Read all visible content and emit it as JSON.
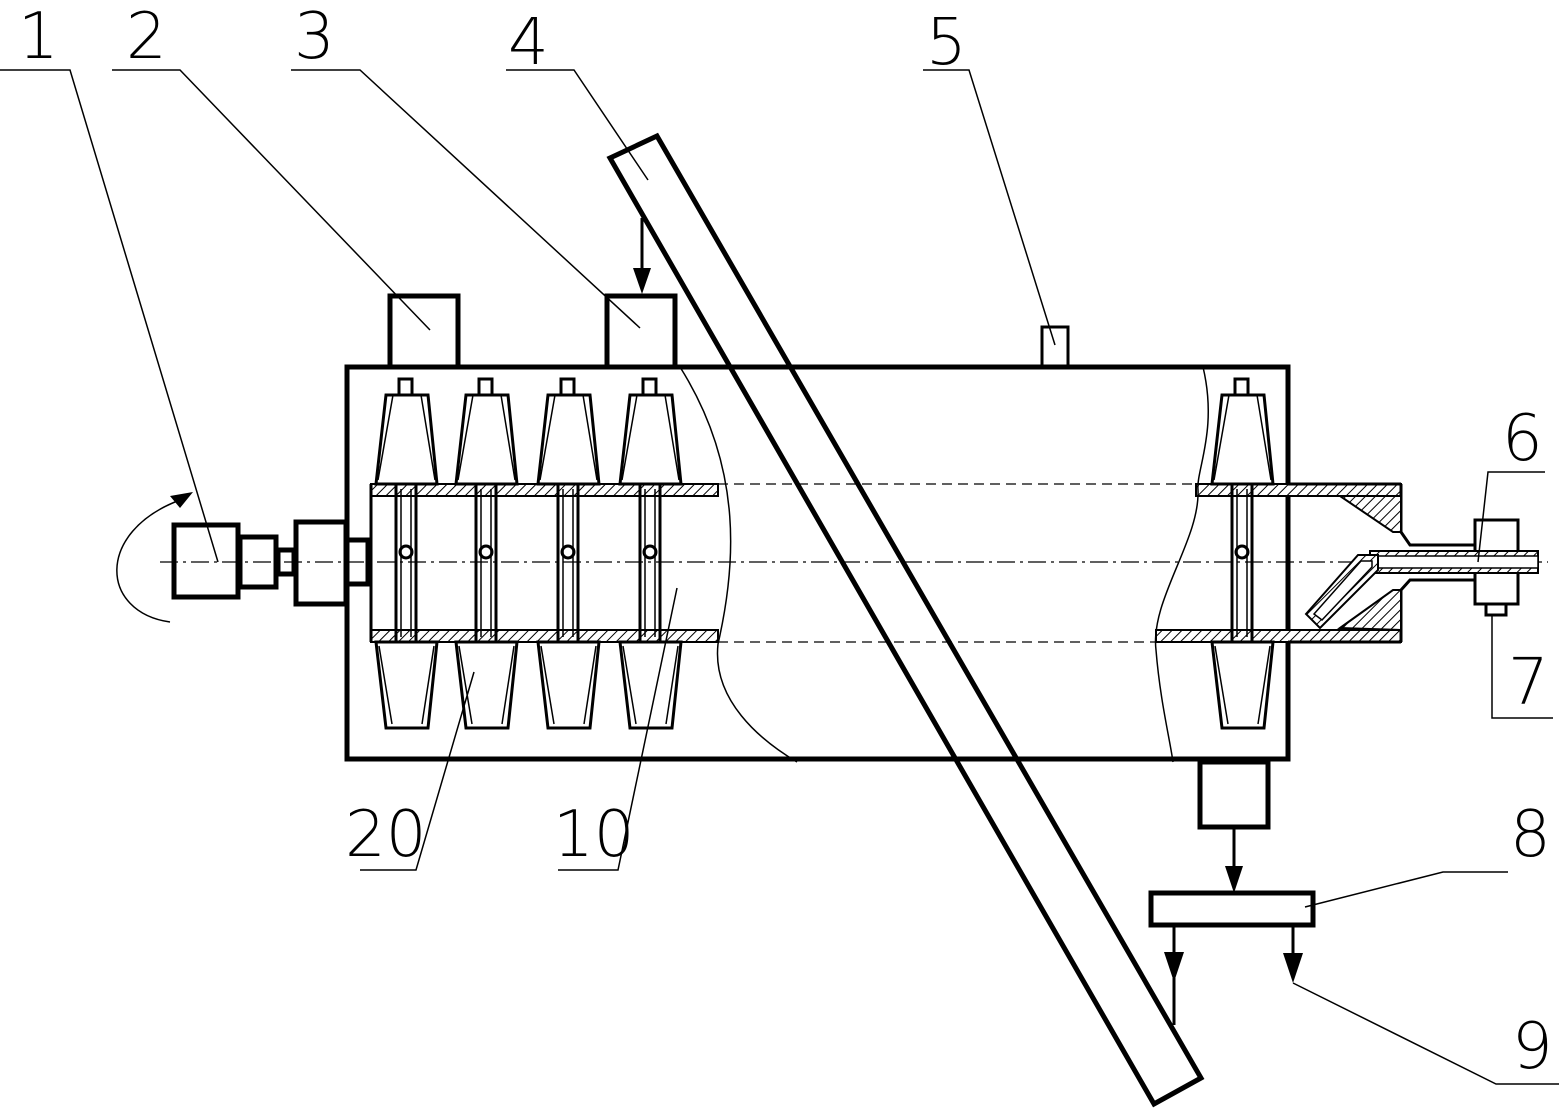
{
  "callouts": {
    "c1": "1",
    "c2": "2",
    "c3": "3",
    "c4": "4",
    "c5": "5",
    "c6": "6",
    "c7": "7",
    "c8": "8",
    "c9": "9",
    "c10": "10",
    "c20": "20"
  },
  "colors": {
    "line": "#000000",
    "background": "#ffffff"
  }
}
